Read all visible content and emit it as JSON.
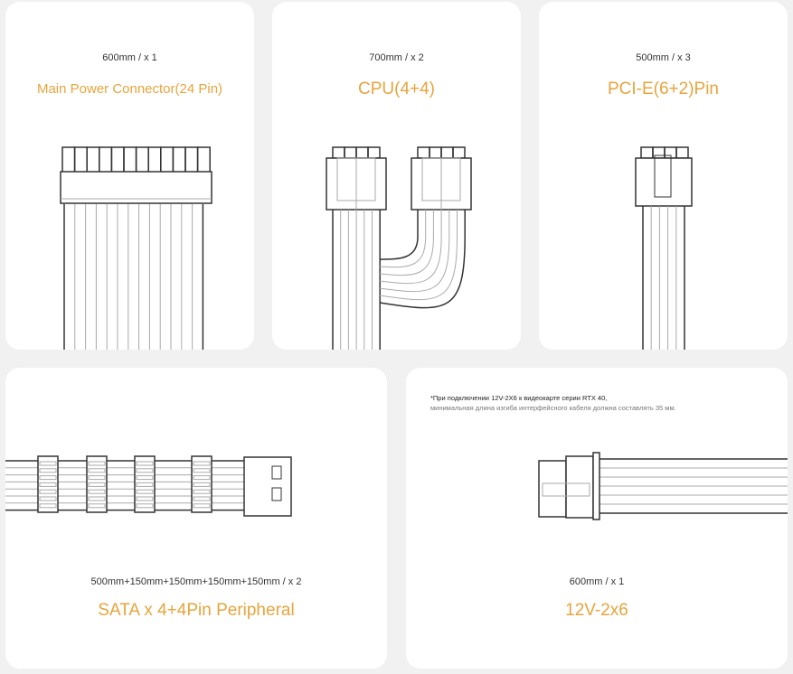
{
  "cards": [
    {
      "spec": "600mm  /  x 1",
      "title": "Main Power Connector(24 Pin)"
    },
    {
      "spec": "700mm  /  x 2",
      "title": "CPU(4+4)"
    },
    {
      "spec": "500mm  /  x 3",
      "title": "PCI-E(6+2)Pin"
    },
    {
      "spec": "500mm+150mm+150mm+150mm+150mm  /  x 2",
      "title": "SATA x 4+4Pin Peripheral"
    },
    {
      "spec": "600mm  /  x 1",
      "title": "12V-2x6",
      "note_line1": "*При подключении 12V-2X6 к видеокарте серии RTX 40,",
      "note_line2": "минимальная длина изгиба интерфейсного кабеля должна составлять 35 мм."
    }
  ],
  "colors": {
    "accent": "#e8a43c",
    "background": "#f1f1f1",
    "card": "#ffffff"
  }
}
